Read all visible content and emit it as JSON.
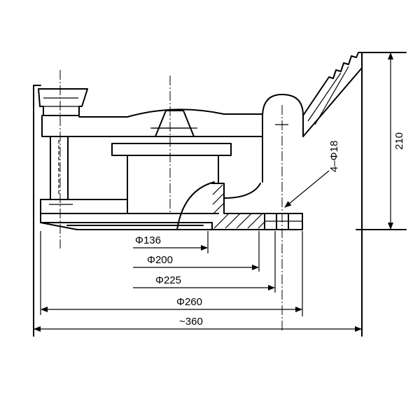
{
  "dimensions": {
    "d136": "Φ136",
    "d200": "Φ200",
    "d225": "Φ225",
    "d260": "Φ260",
    "d360": "~360",
    "h210": "210",
    "holes": "4–Φ18"
  },
  "colors": {
    "ink": "#000000",
    "paper": "#ffffff"
  }
}
